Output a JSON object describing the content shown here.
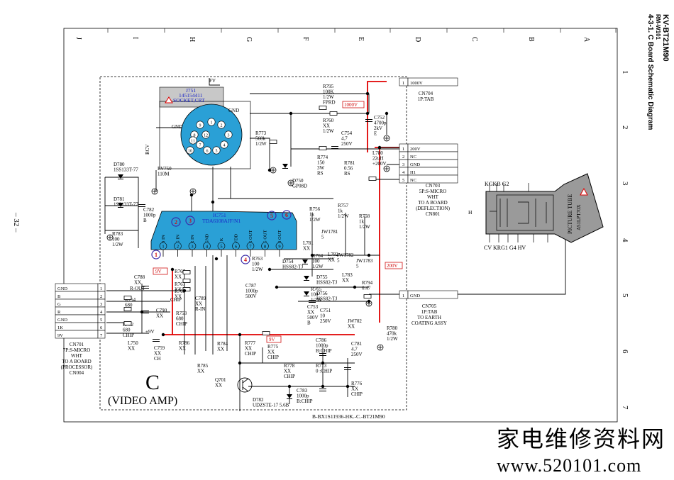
{
  "header": {
    "model": "KV-BT21M90",
    "sub_model": "RM-W101",
    "section_title": "4-3-1. C Board Schematic Diagram",
    "page_number": "– 32 –",
    "board_code": "B-BX1S11936-HK.-C.-BT21M90"
  },
  "board": {
    "letter": "C",
    "name": "(VIDEO AMP)"
  },
  "grid": {
    "columns": [
      "A",
      "B",
      "C",
      "D",
      "E",
      "F",
      "G",
      "H",
      "I",
      "J"
    ],
    "rows": [
      "1",
      "2",
      "3",
      "4",
      "5",
      "6",
      "7"
    ]
  },
  "socket": {
    "ref": "J751",
    "part": "145154411",
    "name": "SOCKET,CRT",
    "labels": {
      "fv": "FV",
      "gnd_top": "GND",
      "gnd_left": "GND",
      "rcv": "RCV"
    }
  },
  "ic": {
    "ref": "IC751",
    "part": "TDA6108AJF/N1",
    "pins": [
      "B IN",
      "G IN",
      "R IN",
      "GND",
      "I K",
      "VDD",
      "R OUT",
      "G OUT",
      "B OUT"
    ],
    "pin_numbers": [
      "1",
      "2",
      "3",
      "4",
      "5",
      "6",
      "7",
      "8",
      "9"
    ],
    "callouts": [
      "1",
      "2",
      "3",
      "4",
      "5",
      "6"
    ]
  },
  "voltage_tags": {
    "v1000": "1000V",
    "v200": "200V",
    "v9a": "9V",
    "v9b": "9V"
  },
  "connectors": {
    "cn704": {
      "pins": [
        {
          "n": "1",
          "name": "1000V"
        }
      ],
      "title": "CN704",
      "desc": "1P:TAB"
    },
    "cn703": {
      "pins": [
        {
          "n": "1",
          "name": "200V"
        },
        {
          "n": "2",
          "name": "NC"
        },
        {
          "n": "3",
          "name": "GND"
        },
        {
          "n": "4",
          "name": "H1"
        },
        {
          "n": "5",
          "name": "NC"
        }
      ],
      "title": "CN703",
      "desc": "5P:S-MICRO",
      "color": "WHT",
      "to": "TO A BOARD",
      "to2": "(DEFLECTION)",
      "cn": "CN801"
    },
    "cn705": {
      "pins": [
        {
          "n": "1",
          "name": "GND"
        }
      ],
      "title": "CN705",
      "desc": "1P:TAB",
      "to": "TO EARTH",
      "to2": "COATING ASSY"
    },
    "cn701": {
      "pins": [
        {
          "n": "1",
          "name": "GND"
        },
        {
          "n": "2",
          "name": "B"
        },
        {
          "n": "3",
          "name": "G"
        },
        {
          "n": "4",
          "name": "R"
        },
        {
          "n": "5",
          "name": "GND"
        },
        {
          "n": "6",
          "name": "1K"
        },
        {
          "n": "7",
          "name": "9V"
        }
      ],
      "title": "CN701",
      "desc": "7P:S-MICRO",
      "color": "WHT",
      "to": "TO A BOARD",
      "to2": "(PROCESSOR)",
      "cn": "CN004"
    }
  },
  "components": [
    {
      "id": "r795",
      "lines": [
        "R795",
        "100K",
        "1/2W",
        "FPRD"
      ]
    },
    {
      "id": "r760",
      "lines": [
        "R760",
        "XX",
        "1/2W"
      ]
    },
    {
      "id": "c752",
      "lines": [
        "C752",
        "4700p",
        "2kV",
        "E"
      ]
    },
    {
      "id": "c754",
      "lines": [
        "C754",
        "4.7",
        "250V"
      ]
    },
    {
      "id": "l780",
      "lines": [
        "L780",
        "22uH",
        "+200V"
      ]
    },
    {
      "id": "r773",
      "lines": [
        "R773",
        "560k",
        "1/2W"
      ]
    },
    {
      "id": "r774",
      "lines": [
        "R774",
        "150",
        "3W",
        "RS"
      ]
    },
    {
      "id": "r781",
      "lines": [
        "R781",
        "0.56",
        "RS"
      ]
    },
    {
      "id": "d750",
      "lines": [
        "D750",
        "GP08D"
      ]
    },
    {
      "id": "d780",
      "lines": [
        "D780",
        "1SS133T-77"
      ]
    },
    {
      "id": "d781",
      "lines": [
        "D781",
        "1SS133T-77"
      ]
    },
    {
      "id": "rv750",
      "lines": [
        "RV750",
        "110M"
      ]
    },
    {
      "id": "c782",
      "lines": [
        "C782",
        "1000p",
        "B"
      ]
    },
    {
      "id": "r783",
      "lines": [
        "R783",
        "100",
        "1/2W"
      ]
    },
    {
      "id": "r756",
      "lines": [
        "R756",
        "1k",
        "1/2W"
      ]
    },
    {
      "id": "r757",
      "lines": [
        "R757",
        "1k",
        "1/2W"
      ]
    },
    {
      "id": "r758",
      "lines": [
        "R758",
        "1k",
        "1/2W"
      ]
    },
    {
      "id": "jw1781",
      "lines": [
        "JW1781",
        "5"
      ]
    },
    {
      "id": "jw1782",
      "lines": [
        "JW1782",
        "5"
      ]
    },
    {
      "id": "jw1783",
      "lines": [
        "JW1783",
        "5"
      ]
    },
    {
      "id": "l781",
      "lines": [
        "L781",
        "XX"
      ]
    },
    {
      "id": "l782",
      "lines": [
        "L782",
        "XX"
      ]
    },
    {
      "id": "l783",
      "lines": [
        "L783",
        "XX"
      ]
    },
    {
      "id": "r763",
      "lines": [
        "R763",
        "100",
        "1/2W"
      ]
    },
    {
      "id": "r764",
      "lines": [
        "R764",
        "100",
        "1/2W"
      ]
    },
    {
      "id": "d754",
      "lines": [
        "D754",
        "HSS82-TJ"
      ]
    },
    {
      "id": "d755",
      "lines": [
        "D755",
        "HSS82-TJ"
      ]
    },
    {
      "id": "d756",
      "lines": [
        "D756",
        "HSS82-TJ"
      ]
    },
    {
      "id": "r765",
      "lines": [
        "R765",
        "100",
        "1/2W"
      ]
    },
    {
      "id": "r794",
      "lines": [
        "R794",
        "0.47"
      ]
    },
    {
      "id": "c787",
      "lines": [
        "C787",
        "1000p",
        "500V"
      ]
    },
    {
      "id": "c753",
      "lines": [
        "C753",
        "XX",
        "500V",
        "B"
      ]
    },
    {
      "id": "c751",
      "lines": [
        "C751",
        "10",
        "250V"
      ]
    },
    {
      "id": "jw702",
      "lines": [
        "JW702",
        "XX"
      ]
    },
    {
      "id": "r780",
      "lines": [
        "R780",
        "470k",
        "1/2W"
      ]
    },
    {
      "id": "c786",
      "lines": [
        "C786",
        "1000p",
        "B:CHIP"
      ]
    },
    {
      "id": "c781",
      "lines": [
        "C781",
        "4.7",
        "250V"
      ]
    },
    {
      "id": "r713",
      "lines": [
        "R713",
        "0 :CHIP"
      ]
    },
    {
      "id": "r778",
      "lines": [
        "R778",
        "XX",
        "CHIP"
      ]
    },
    {
      "id": "r776",
      "lines": [
        "R776",
        "XX",
        "CHIP"
      ]
    },
    {
      "id": "r777",
      "lines": [
        "R777",
        "XX",
        "CHIP"
      ]
    },
    {
      "id": "r775",
      "lines": [
        "R775",
        "XX",
        "CHIP"
      ]
    },
    {
      "id": "q701",
      "lines": [
        "Q701",
        "XX"
      ]
    },
    {
      "id": "d782",
      "lines": [
        "D782",
        "UDZSTE-17 5.6B"
      ]
    },
    {
      "id": "c783",
      "lines": [
        "C783",
        "1000p",
        "B:CHIP"
      ]
    },
    {
      "id": "c788",
      "lines": [
        "C788",
        "XX"
      ]
    },
    {
      "id": "r766",
      "lines": [
        "R766",
        "XX"
      ]
    },
    {
      "id": "r767",
      "lines": [
        "R767",
        "XX"
      ]
    },
    {
      "id": "r768",
      "lines": [
        "R768",
        "XX"
      ]
    },
    {
      "id": "r754",
      "lines": [
        "R754",
        "680"
      ]
    },
    {
      "id": "rout",
      "lines": [
        "R-OUT"
      ]
    },
    {
      "id": "c790",
      "lines": [
        "C790",
        "XX"
      ]
    },
    {
      "id": "c789",
      "lines": [
        "C789",
        "XX",
        "R-IN"
      ]
    },
    {
      "id": "r753",
      "lines": [
        "R753",
        "680",
        "CHIP"
      ]
    },
    {
      "id": "r752",
      "lines": [
        "R752",
        "680",
        "CHIP"
      ]
    },
    {
      "id": "r787",
      "lines": [
        "CHIP"
      ]
    },
    {
      "id": "plus9v",
      "lines": [
        "+9V"
      ]
    },
    {
      "id": "l750",
      "lines": [
        "L750",
        "XX"
      ]
    },
    {
      "id": "c759",
      "lines": [
        "C759",
        "XX",
        "CH"
      ]
    },
    {
      "id": "r786",
      "lines": [
        "R786",
        "XX"
      ]
    },
    {
      "id": "r785",
      "lines": [
        "R785",
        "XX"
      ]
    },
    {
      "id": "r784",
      "lines": [
        "R784",
        "XX"
      ]
    }
  ],
  "tube": {
    "name": "PICTURE TUBE",
    "part": "A51LPT70X",
    "top_labels": "KGKB G2",
    "bottom_labels": "CV KRG1 G4 HV",
    "h_label": "H"
  },
  "watermark": {
    "chinese": "家电维修资料网",
    "url": "www.520101.com"
  },
  "colors": {
    "wire": "#000000",
    "supply_trace": "#e00000",
    "ic_fill": "#2aa0d6",
    "socket_fill": "#2aa0d6",
    "socket_label": "#1a24c8",
    "tube_fill": "#9a9a9a",
    "callout": "#3a2aa8",
    "tag": "#d01010"
  }
}
